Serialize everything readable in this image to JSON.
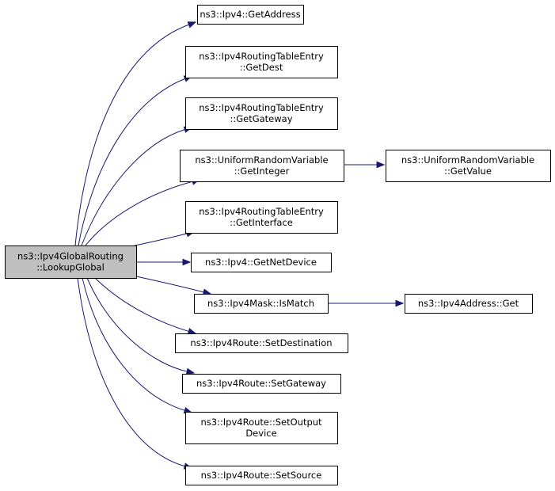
{
  "graph": {
    "edge_color": "#191970",
    "root_fill": "#bfbfbf",
    "node_fill": "#ffffff",
    "nodes": [
      {
        "id": "root",
        "lines": [
          "ns3::Ipv4GlobalRouting",
          "::LookupGlobal"
        ],
        "root": true
      },
      {
        "id": "ipv4-getaddress",
        "lines": [
          "ns3::Ipv4::GetAddress"
        ]
      },
      {
        "id": "rte-getdest",
        "lines": [
          "ns3::Ipv4RoutingTableEntry",
          "::GetDest"
        ]
      },
      {
        "id": "rte-getgateway",
        "lines": [
          "ns3::Ipv4RoutingTableEntry",
          "::GetGateway"
        ]
      },
      {
        "id": "urv-getinteger",
        "lines": [
          "ns3::UniformRandomVariable",
          "::GetInteger"
        ]
      },
      {
        "id": "urv-getvalue",
        "lines": [
          "ns3::UniformRandomVariable",
          "::GetValue"
        ]
      },
      {
        "id": "rte-getinterface",
        "lines": [
          "ns3::Ipv4RoutingTableEntry",
          "::GetInterface"
        ]
      },
      {
        "id": "ipv4-getnetdevice",
        "lines": [
          "ns3::Ipv4::GetNetDevice"
        ]
      },
      {
        "id": "ipv4mask-ismatch",
        "lines": [
          "ns3::Ipv4Mask::IsMatch"
        ]
      },
      {
        "id": "ipv4address-get",
        "lines": [
          "ns3::Ipv4Address::Get"
        ]
      },
      {
        "id": "route-setdestination",
        "lines": [
          "ns3::Ipv4Route::SetDestination"
        ]
      },
      {
        "id": "route-setgateway",
        "lines": [
          "ns3::Ipv4Route::SetGateway"
        ]
      },
      {
        "id": "route-setoutputdevice",
        "lines": [
          "ns3::Ipv4Route::SetOutput",
          "Device"
        ]
      },
      {
        "id": "route-setsource",
        "lines": [
          "ns3::Ipv4Route::SetSource"
        ]
      }
    ],
    "edges": [
      {
        "from": "root",
        "to": "ipv4-getaddress"
      },
      {
        "from": "root",
        "to": "rte-getdest"
      },
      {
        "from": "root",
        "to": "rte-getgateway"
      },
      {
        "from": "root",
        "to": "urv-getinteger"
      },
      {
        "from": "root",
        "to": "rte-getinterface"
      },
      {
        "from": "root",
        "to": "ipv4-getnetdevice"
      },
      {
        "from": "root",
        "to": "ipv4mask-ismatch"
      },
      {
        "from": "root",
        "to": "route-setdestination"
      },
      {
        "from": "root",
        "to": "route-setgateway"
      },
      {
        "from": "root",
        "to": "route-setoutputdevice"
      },
      {
        "from": "root",
        "to": "route-setsource"
      },
      {
        "from": "urv-getinteger",
        "to": "urv-getvalue"
      },
      {
        "from": "ipv4mask-ismatch",
        "to": "ipv4address-get"
      }
    ]
  }
}
